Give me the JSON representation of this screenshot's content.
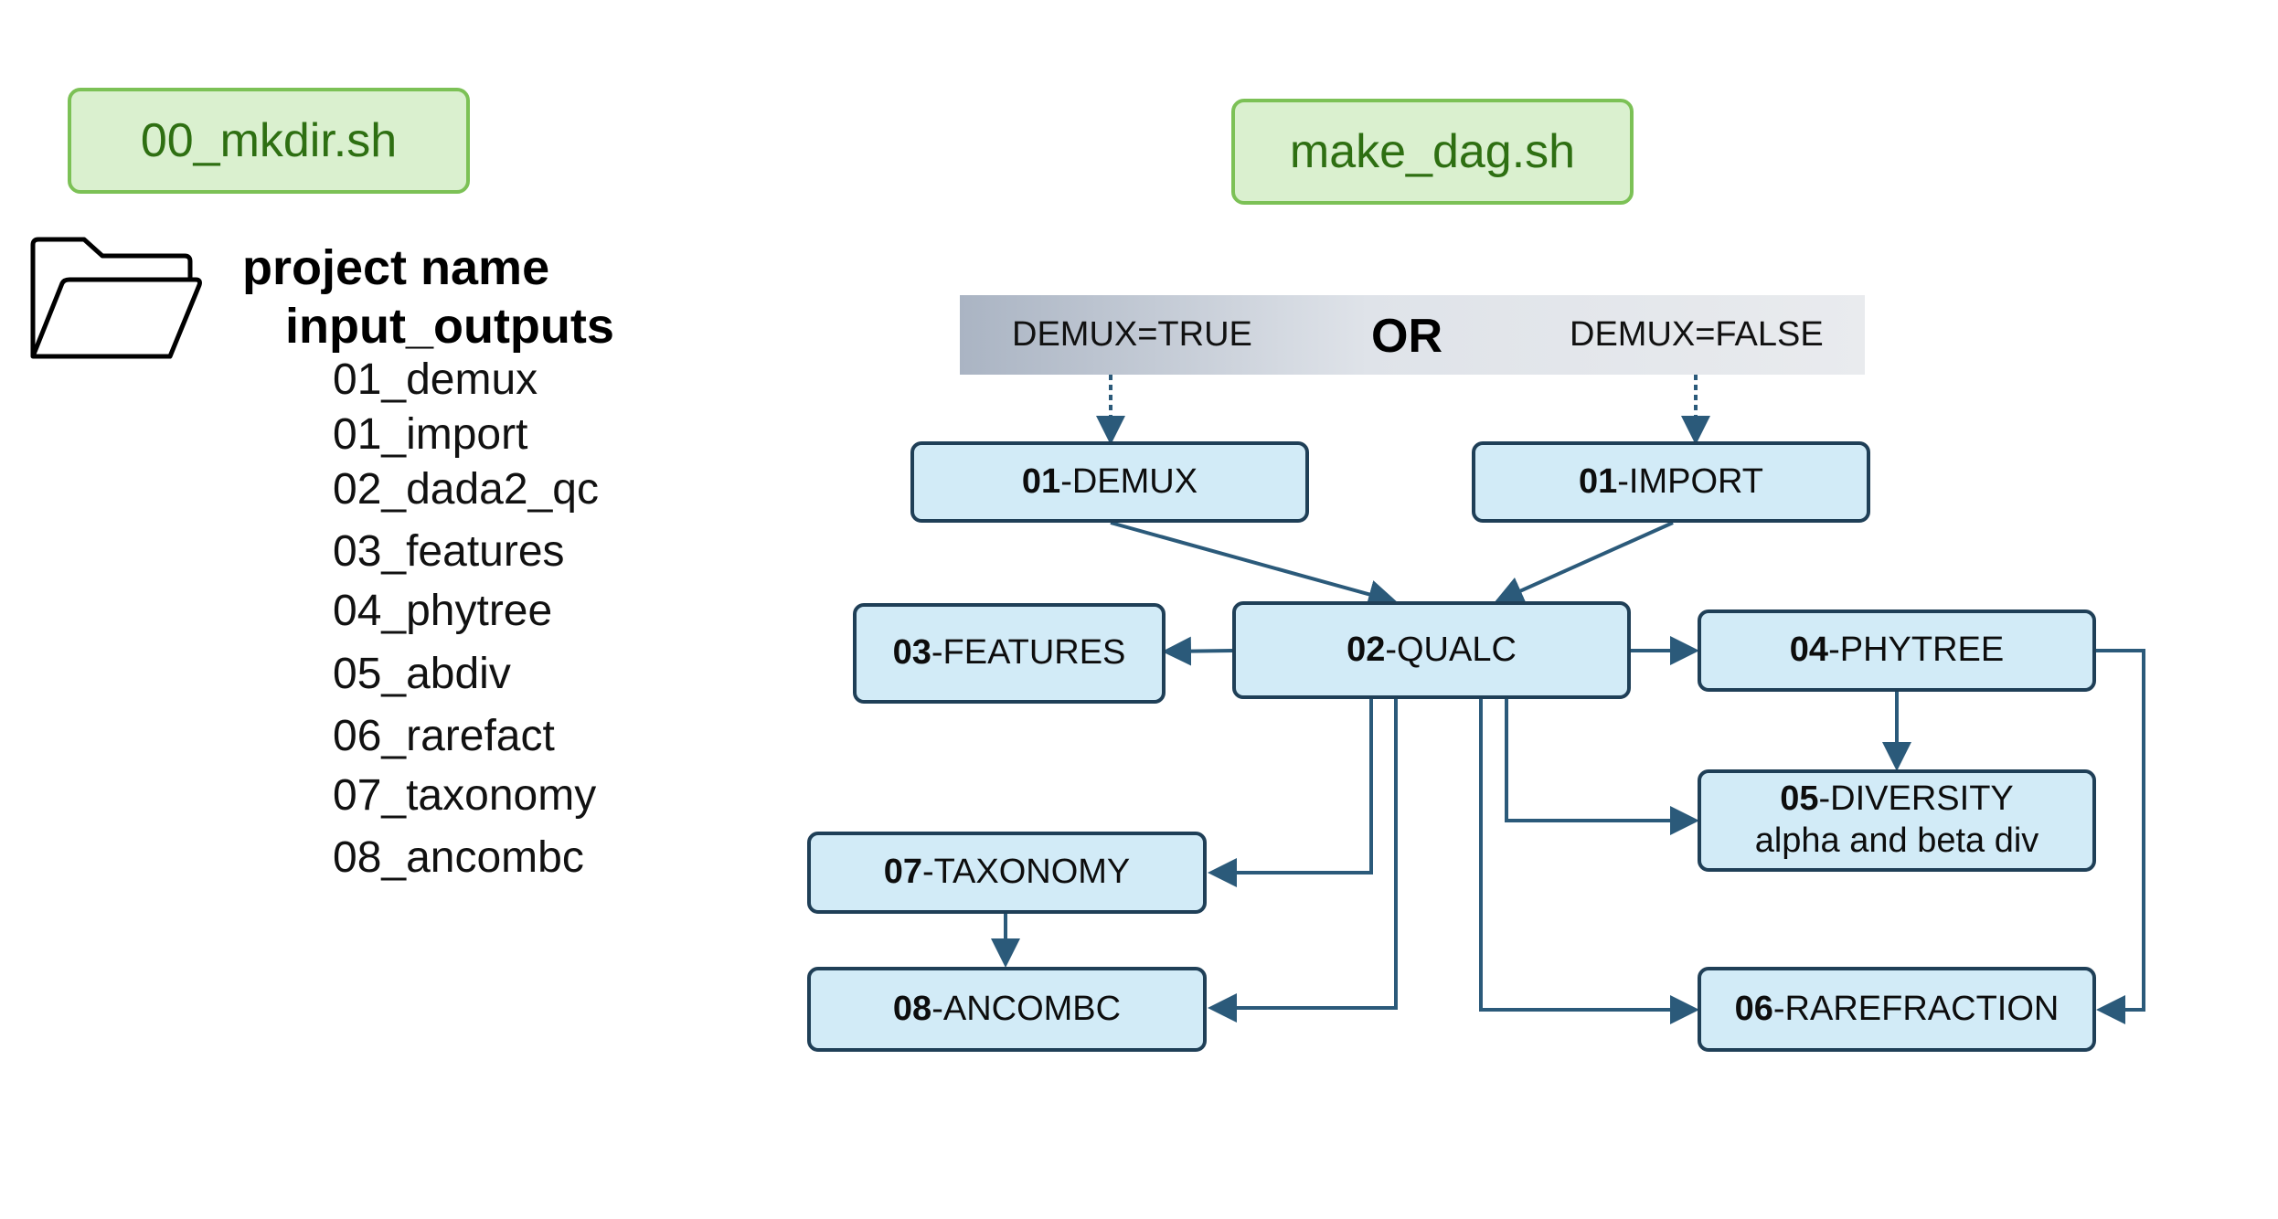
{
  "scripts": {
    "mkdir_label": "00_mkdir.sh",
    "dag_label": "make_dag.sh"
  },
  "folder_tree": {
    "root": "project name",
    "sub": "input_outputs",
    "items": [
      "01_demux",
      "01_import",
      "02_dada2_qc",
      "03_features",
      "04_phytree",
      "05_abdiv",
      "06_rarefact",
      "07_taxonomy",
      "08_ancombc"
    ]
  },
  "banner": {
    "option_true": "DEMUX=TRUE",
    "or_label": "OR",
    "option_false": "DEMUX=FALSE"
  },
  "nodes": {
    "demux": {
      "num": "01",
      "name": "-DEMUX"
    },
    "import": {
      "num": "01",
      "name": "-IMPORT"
    },
    "qualc": {
      "num": "02",
      "name": "-QUALC"
    },
    "features": {
      "num": "03",
      "name": "-FEATURES"
    },
    "phytree": {
      "num": "04",
      "name": "-PHYTREE"
    },
    "diversity": {
      "num": "05",
      "name": "-DIVERSITY",
      "sub": "alpha and beta div"
    },
    "taxonomy": {
      "num": "07",
      "name": "-TAXONOMY"
    },
    "ancombc": {
      "num": "08",
      "name": "-ANCOMBC"
    },
    "rarefraction": {
      "num": "06",
      "name": "-RAREFRACTION"
    }
  },
  "colors": {
    "node_fill": "#d2ebf7",
    "node_border": "#1f3f57",
    "edge": "#2b5a7a",
    "script_fill": "#daf0cf",
    "script_border": "#7cc156",
    "script_text": "#2e6f12"
  },
  "icons": [
    "folder-icon"
  ]
}
